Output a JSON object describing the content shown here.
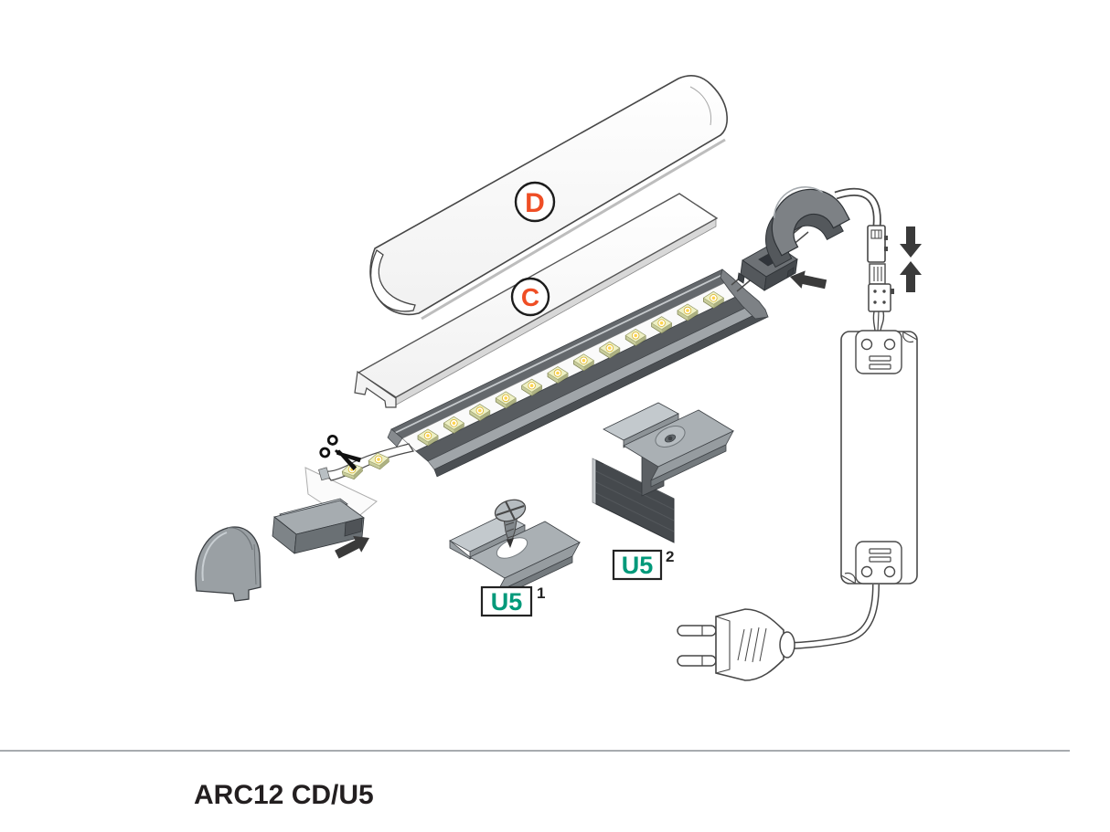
{
  "footer": {
    "title": "ARC12 CD/U5"
  },
  "diagram": {
    "part_labels": {
      "dome_cover": "D",
      "flat_cover": "C"
    },
    "mount_labels": {
      "clip_text": "U5",
      "clip_superscript": "1",
      "bracket_text": "U5",
      "bracket_superscript": "2"
    },
    "colors": {
      "part_letter_orange": "#ef4e25",
      "mount_label_green": "#00997a",
      "badge_outline": "#1c1c1c",
      "title_dark": "#231f20",
      "divider_gray": "#a7abaf",
      "arrow_dark": "#3a3a3a",
      "led_yellow": "#ffd34d"
    },
    "icons": [
      "scissors-icon",
      "arrow-up-right-icon",
      "arrow-left-icon",
      "arrow-down-icon",
      "arrow-up-icon"
    ],
    "led_strip": {
      "led_count": 12,
      "curl_led_count": 2
    }
  }
}
